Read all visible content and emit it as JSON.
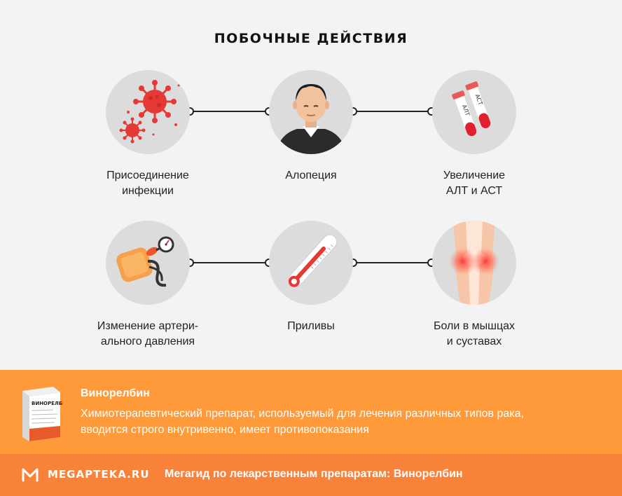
{
  "page": {
    "title": "ПОБОЧНЫЕ ДЕЙСТВИЯ"
  },
  "effects": [
    {
      "line1": "Присоединение",
      "line2": "инфекции",
      "icon": "virus-icon"
    },
    {
      "line1": "Алопеция",
      "line2": "",
      "icon": "balding-man-icon"
    },
    {
      "line1": "Увеличение",
      "line2": "АЛТ и АСТ",
      "icon": "test-tubes-icon"
    },
    {
      "line1": "Изменение артери-",
      "line2": "ального давления",
      "icon": "blood-pressure-cuff-icon"
    },
    {
      "line1": "Приливы",
      "line2": "",
      "icon": "thermometer-icon"
    },
    {
      "line1": "Боли в мышцах",
      "line2": "и суставах",
      "icon": "knee-joint-icon"
    }
  ],
  "tubes": {
    "tube1": "АЛТ",
    "tube2": "АСТ"
  },
  "drug": {
    "name": "Винорелбин",
    "desc_line1": "Химиотерапевтический препарат, используемый для лечения различных типов рака,",
    "desc_line2": "вводится строго внутривенно, имеет противопоказания",
    "box_label": "ВИНОРЕЛБИН"
  },
  "footer": {
    "brand": "MEGAPTEKA.RU",
    "text": "Мегагид по лекарственным препаратам: Винорелбин"
  },
  "colors": {
    "background": "#f3f3f3",
    "circle": "#dcdcdc",
    "info_band": "#fe9a3a",
    "footer_band": "#f8823a",
    "virus": "#e53935"
  }
}
